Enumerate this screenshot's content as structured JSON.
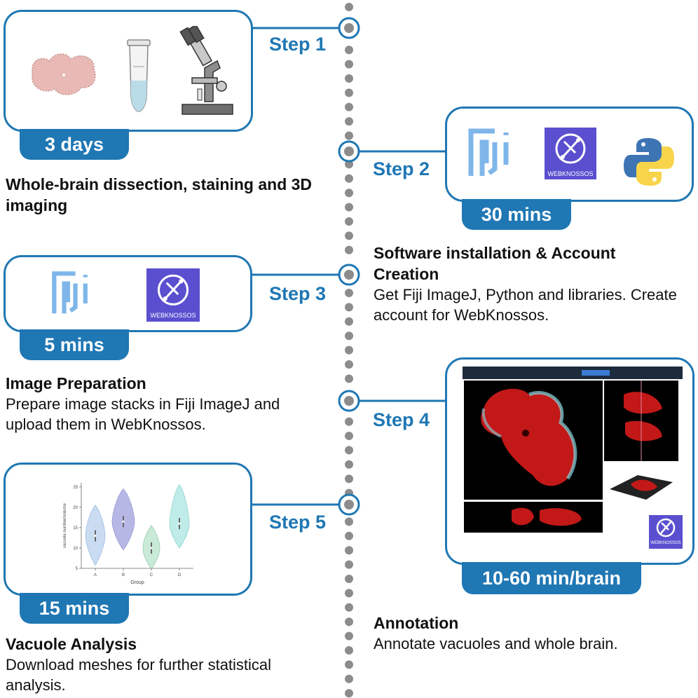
{
  "steps": [
    {
      "label": "Step 1",
      "duration": "3 days",
      "title": "Whole-brain dissection, staining and 3D imaging",
      "description": ""
    },
    {
      "label": "Step 2",
      "duration": "30 mins",
      "title": "Software installation & Account Creation",
      "description": "Get Fiji ImageJ, Python and libraries. Create account for WebKnossos."
    },
    {
      "label": "Step 3",
      "duration": "5 mins",
      "title": "Image Preparation",
      "description": "Prepare image stacks in Fiji ImageJ and upload them in WebKnossos."
    },
    {
      "label": "Step 4",
      "duration": "10-60 min/brain",
      "title": "Annotation",
      "description": "Annotate vacuoles and whole brain."
    },
    {
      "label": "Step 5",
      "duration": "15 mins",
      "title": "Vacuole Analysis",
      "description": "Download meshes for further statistical analysis."
    }
  ],
  "logos": {
    "webknossos": "WEBKNOSSOS"
  },
  "colors": {
    "accent": "#1f77b4",
    "dots": "#8c8c8c"
  },
  "chart_data": {
    "type": "violin",
    "categories": [
      "A",
      "B",
      "C",
      "D"
    ],
    "ylabel": "vacuole number/volume",
    "xlabel": "Group",
    "yticks": [
      "5",
      "10",
      "15",
      "20",
      "25"
    ],
    "ylim": [
      5,
      26
    ]
  }
}
